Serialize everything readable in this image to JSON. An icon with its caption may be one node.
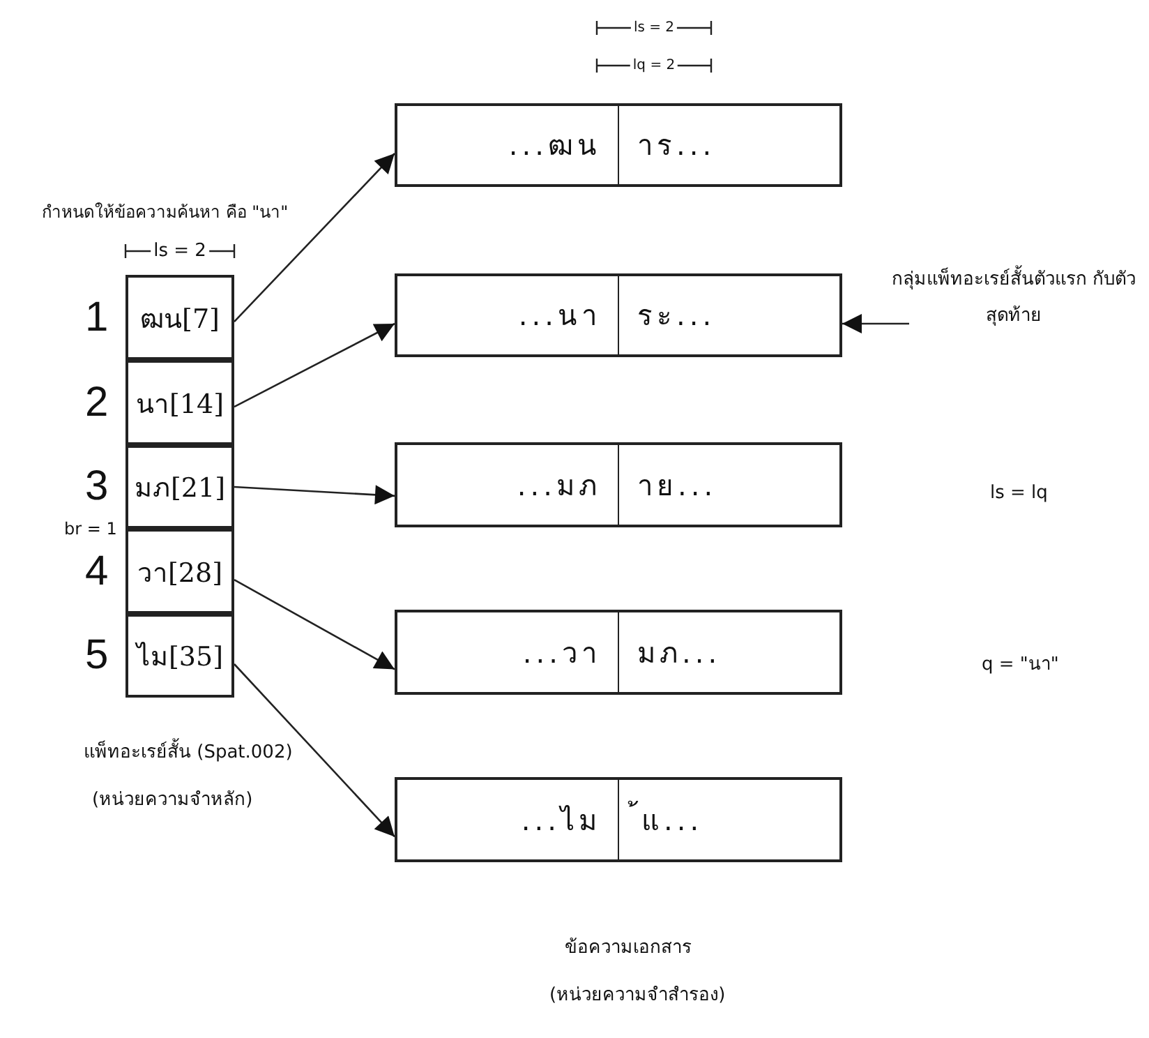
{
  "diagram": {
    "nodes": [
      {
        "text": [
          "ฒน[7]"
        ],
        "beside": [
          "1"
        ]
      },
      {
        "text": [
          "นา[14]"
        ],
        "beside": [
          "2"
        ]
      },
      {
        "text": [
          "มภ[21]"
        ],
        "beside": [
          "3"
        ]
      },
      {
        "text": [
          "วา[28]"
        ],
        "beside": [
          "4"
        ]
      },
      {
        "text": [
          "ไม[35]"
        ],
        "beside": [
          "5"
        ]
      },
      {
        "text": [
          "...ฒน",
          "าร..."
        ]
      },
      {
        "text": [
          "...นา",
          "ระ..."
        ]
      },
      {
        "text": [
          "...มภ",
          "าย..."
        ]
      },
      {
        "text": [
          "...วา",
          "มภ..."
        ]
      },
      {
        "text": [
          "...ไม",
          "้แ..."
        ]
      },
      {
        "text": [
          "กลุ่มแพ็ทอะเรย์สั้นตัวแรก กับตัวสุดท้าย"
        ]
      }
    ],
    "edges": [
      {
        "from": 0,
        "to": 5,
        "arrow": "to"
      },
      {
        "from": 1,
        "to": 6,
        "arrow": "to"
      },
      {
        "from": 2,
        "to": 7,
        "arrow": "to"
      },
      {
        "from": 3,
        "to": 8,
        "arrow": "to"
      },
      {
        "from": 4,
        "to": 9,
        "arrow": "to"
      },
      {
        "from": 10,
        "to": 6,
        "arrow": "to"
      }
    ],
    "labels": [
      "ls = 2",
      "lq = 2",
      "กำหนดให้ข้อความค้นหา คือ \"นา\"",
      "ls = 2",
      "br = 1",
      "ls = lq",
      "q = \"นา\"",
      "แพ็ทอะเรย์สั้น (Spat.002)",
      "(หน่วยความจำหลัก)",
      "ข้อความเอกสาร",
      "(หน่วยความจำสำรอง)"
    ]
  }
}
